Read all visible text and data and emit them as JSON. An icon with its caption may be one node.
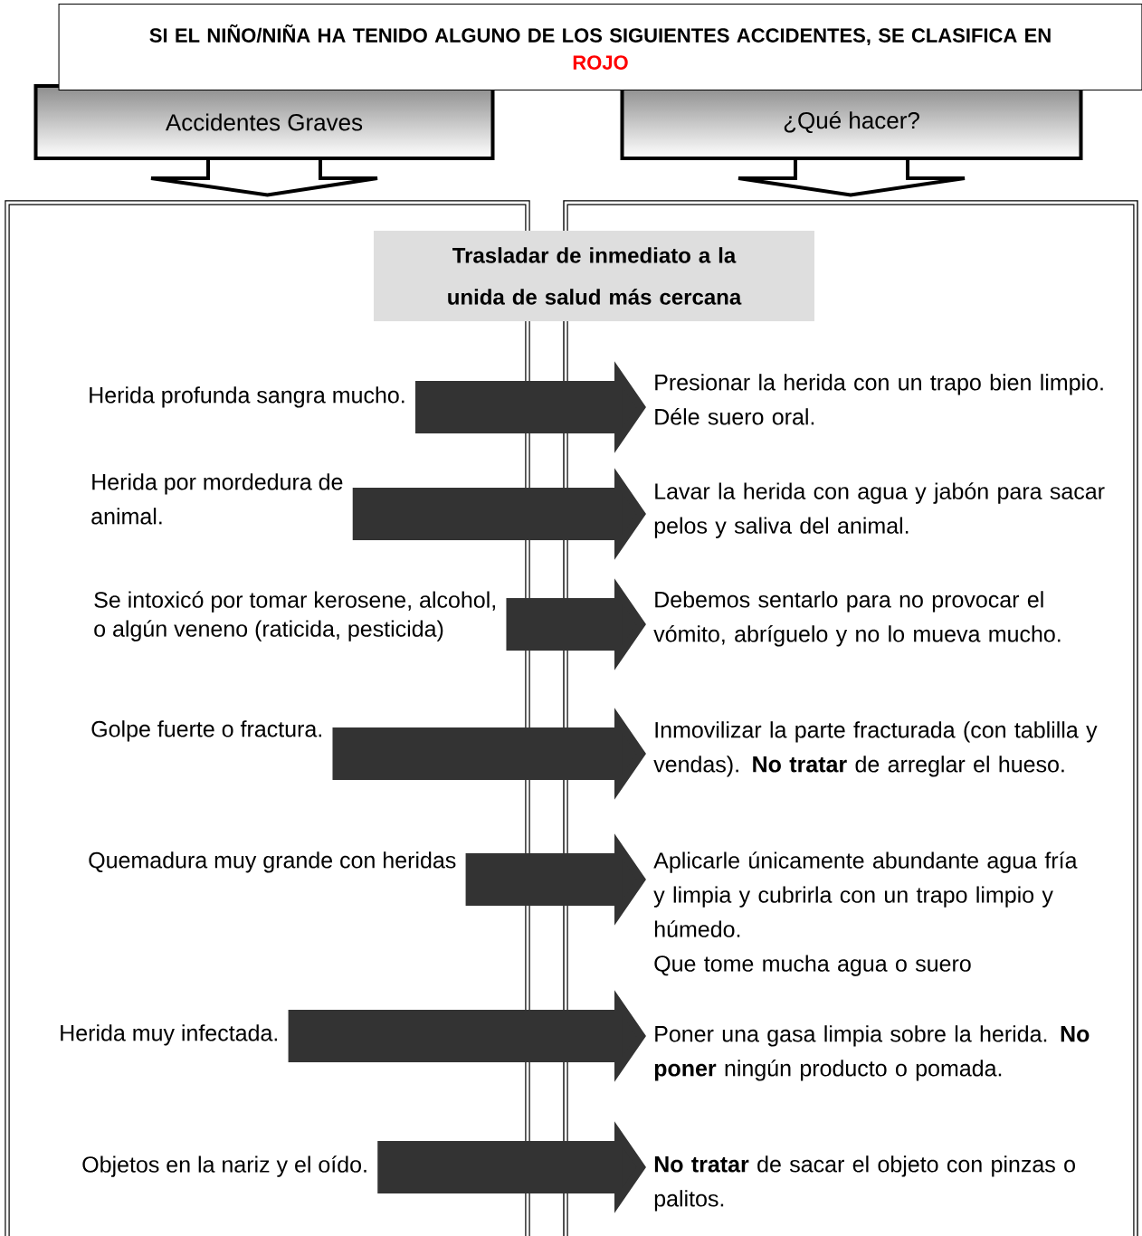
{
  "diagram": {
    "nodes": [
      {
        "text": [
          "SI EL NIÑO/NIÑA HA TENIDO ALGUNO DE LOS SIGUIENTES ACCIDENTES, SE CLASIFICA EN",
          "ROJO"
        ]
      },
      {
        "text": [
          "Accidentes Graves"
        ]
      },
      {
        "text": [
          "¿Qué hacer?"
        ]
      },
      {
        "text": [],
        "shape": "box"
      },
      {
        "text": [],
        "shape": "box"
      },
      {
        "text": [
          "Trasladar de inmediato a la unida de salud más cercana"
        ]
      },
      {
        "text": [
          "Herida profunda sangra mucho."
        ],
        "in": 3
      },
      {
        "text": [
          "Herida por mordedura de animal."
        ],
        "in": 3
      },
      {
        "text": [
          "Se intoxicó por tomar kerosene, alcohol, o algún veneno (raticida, pesticida)"
        ],
        "in": 3
      },
      {
        "text": [
          "Golpe fuerte o fractura."
        ],
        "in": 3
      },
      {
        "text": [
          "Quemadura muy grande con heridas"
        ],
        "in": 3
      },
      {
        "text": [
          "Herida muy infectada."
        ],
        "in": 3
      },
      {
        "text": [
          "Objetos en la nariz y el oído."
        ],
        "in": 3
      },
      {
        "text": [
          "Presionar la herida con un trapo bien limpio. Déle suero oral."
        ],
        "in": 4
      },
      {
        "text": [
          "Lavar la herida con agua y jabón para sacar pelos y saliva del animal."
        ],
        "in": 4
      },
      {
        "text": [
          "Debemos sentarlo para no provocar el vómito, abríguelo y no lo mueva mucho."
        ],
        "in": 4
      },
      {
        "text": [
          "Inmovilizar la parte fracturada (con tablilla y vendas). **No tratar** de arreglar el hueso."
        ],
        "in": 4
      },
      {
        "text": [
          "Aplicarle únicamente abundante agua fría y limpia y cubrirla con un trapo limpio y húmedo.",
          "Que tome mucha agua o suero"
        ],
        "in": 4
      },
      {
        "text": [
          "Poner una gasa limpia sobre la herida. **No poner** ningún producto o pomada."
        ],
        "in": 4
      },
      {
        "text": [
          "**No tratar** de sacar el objeto con pinzas o palitos."
        ],
        "in": 4
      }
    ],
    "edges": [
      {
        "from": 1,
        "to": 3,
        "arrow": "to"
      },
      {
        "from": 2,
        "to": 4,
        "arrow": "to"
      },
      {
        "from": 6,
        "to": 13,
        "arrow": "to"
      },
      {
        "from": 7,
        "to": 14,
        "arrow": "to"
      },
      {
        "from": 8,
        "to": 15,
        "arrow": "to"
      },
      {
        "from": 9,
        "to": 16,
        "arrow": "to"
      },
      {
        "from": 10,
        "to": 17,
        "arrow": "to"
      },
      {
        "from": 11,
        "to": 18,
        "arrow": "to"
      },
      {
        "from": 12,
        "to": 19,
        "arrow": "to"
      }
    ]
  }
}
